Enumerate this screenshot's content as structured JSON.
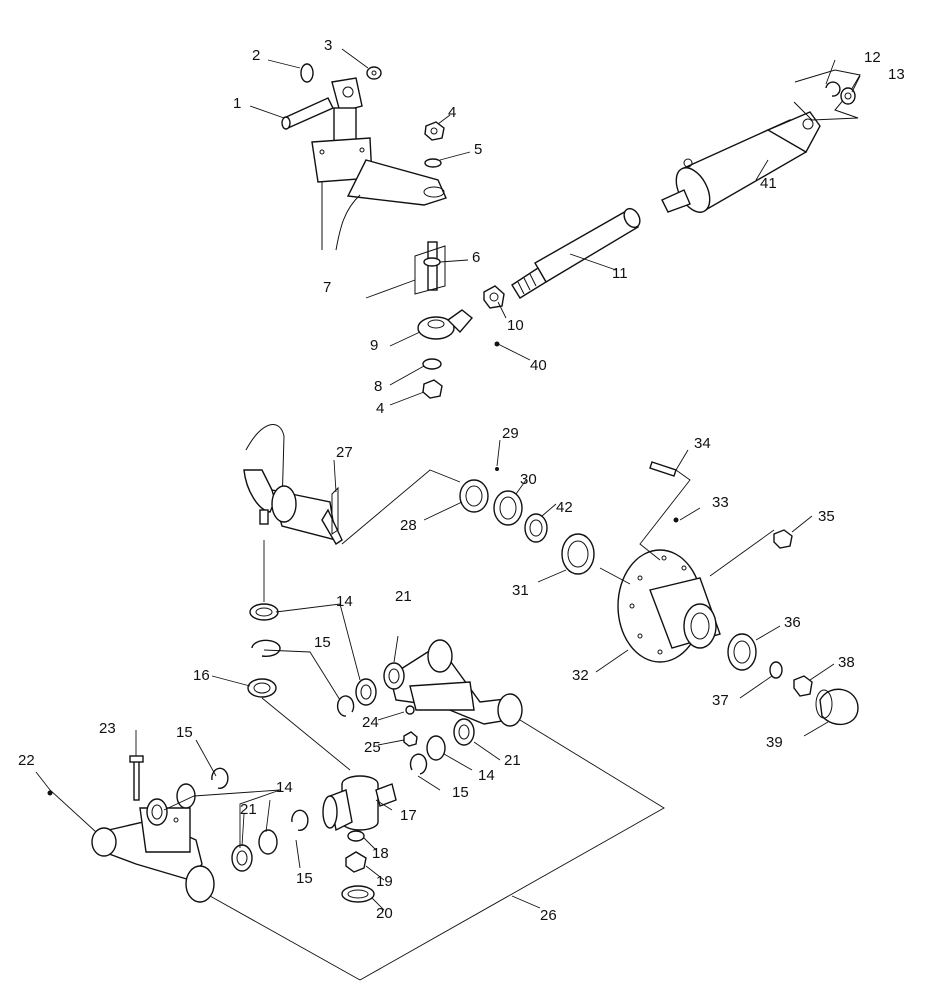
{
  "labels": [
    "1",
    "2",
    "3",
    "4",
    "5",
    "6",
    "7",
    "8",
    "9",
    "10",
    "11",
    "12",
    "13",
    "14",
    "15",
    "16",
    "17",
    "18",
    "19",
    "20",
    "21",
    "22",
    "23",
    "24",
    "25",
    "26",
    "27",
    "28",
    "29",
    "30",
    "31",
    "32",
    "33",
    "34",
    "35",
    "36",
    "37",
    "38",
    "39",
    "40",
    "41",
    "42"
  ]
}
